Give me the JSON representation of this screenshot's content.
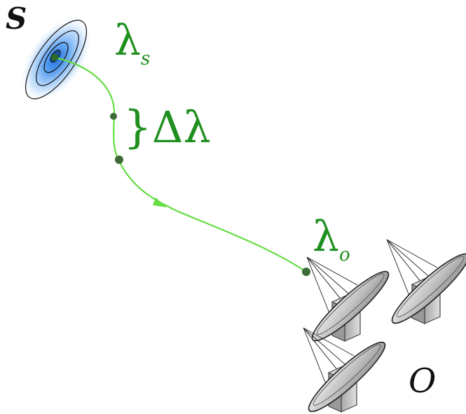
{
  "labels": {
    "source": "S",
    "observer": "O",
    "lambda_source": "λ",
    "lambda_source_sub": "s",
    "lambda_observer": "λ",
    "lambda_observer_sub": "o",
    "delta_brace": "}",
    "delta_lambda": "Δλ"
  },
  "colors": {
    "path": "#66dd44",
    "path_dot": "#3d6b38",
    "label_green": "#1f8f1f",
    "source_blue": "#2b7fe0",
    "dish_gray": "#c8c8c8"
  },
  "icons": {
    "source": "galaxy-icon",
    "observer": "radio-dish-icon"
  }
}
